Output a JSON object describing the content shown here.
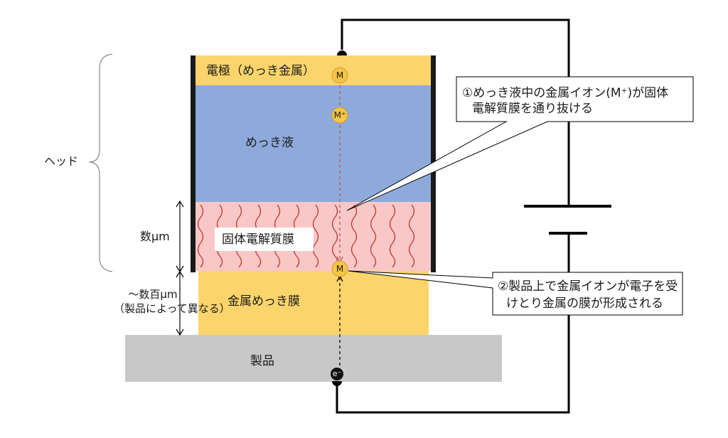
{
  "labels": {
    "head": "ヘッド",
    "thickness_um": "数μm",
    "thickness_hundreds_line1": "～数百μm",
    "thickness_hundreds_line2": "（製品によって異なる）",
    "electrode": "電極（めっき金属）",
    "plating_solution": "めっき液",
    "solid_electrolyte_membrane": "固体電解質膜",
    "metal_plating_film": "金属めっき膜",
    "product": "製品"
  },
  "callouts": {
    "step1_line1": "①めっき液中の金属イオン(M⁺)が固体",
    "step1_line2": "電解質膜を通り抜ける",
    "step2_line1": "②製品上で金属イオンが電子を受",
    "step2_line2": "けとり金属の膜が形成される"
  },
  "ions": {
    "metal_top": "M",
    "metal_ion": "M⁺",
    "metal_bottom": "M",
    "electron": "e⁻"
  },
  "colors": {
    "electrode": "#fbd56b",
    "solution": "#8eaadb",
    "membrane": "#f8c8c8",
    "membrane_wave": "#c0392b",
    "film": "#fbd56b",
    "product": "#c8c8c8",
    "ion_fill": "#f6c544",
    "dashed_path": "#c0504d",
    "wire": "#000000"
  }
}
